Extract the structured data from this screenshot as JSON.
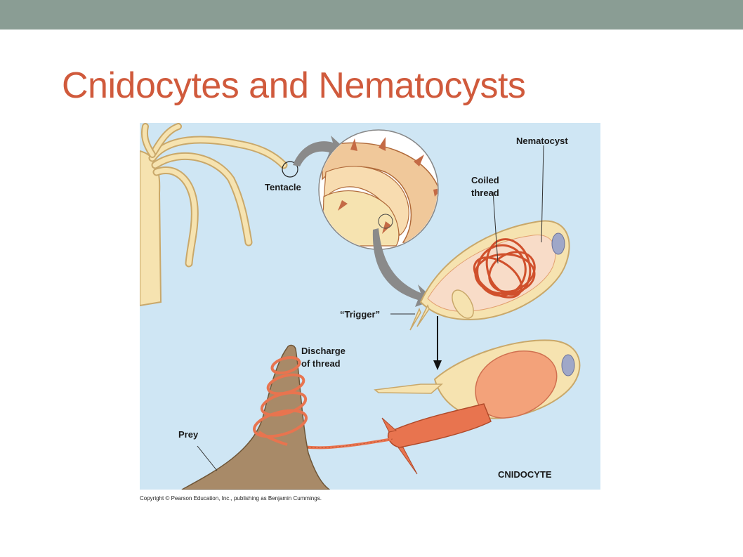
{
  "slide": {
    "title": "Cnidocytes and Nematocysts"
  },
  "figure": {
    "labels": {
      "tentacle": "Tentacle",
      "nematocyst": "Nematocyst",
      "coiled_thread_line1": "Coiled",
      "coiled_thread_line2": "thread",
      "trigger": "“Trigger”",
      "discharge_line1": "Discharge",
      "discharge_line2": "of thread",
      "prey": "Prey",
      "cnidocyte": "CNIDOCYTE"
    },
    "caption": "Copyright © Pearson Education, Inc., publishing as Benjamin Cummings."
  },
  "colors": {
    "title": "#d05a3c",
    "top_bar": "#8a9d94",
    "figure_background": "#cfe6f4",
    "tentacle": "#f6e3b0",
    "thread": "#e8744f",
    "prey": "#a88a68"
  }
}
